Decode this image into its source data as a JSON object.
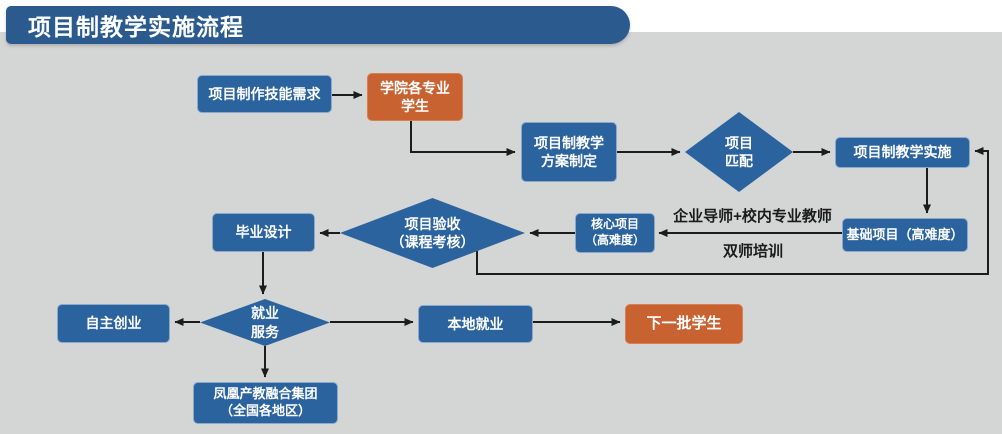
{
  "title": "项目制教学实施流程",
  "colors": {
    "background_gray": "#d4d5d5",
    "banner_blue": "#2b5a8e",
    "node_blue": "#2b639e",
    "node_orange": "#c96231",
    "arrow": "#1c1c1c",
    "node_text": "#ffffff",
    "edge_label_text": "#1b1b1b"
  },
  "nodes": {
    "skill_demand": {
      "label": "项目制作技能需求",
      "shape": "rect",
      "color": "blue"
    },
    "students": {
      "label": "学院各专业\n学生",
      "shape": "rect",
      "color": "orange"
    },
    "plan": {
      "label": "项目制教学\n方案制定",
      "shape": "rect",
      "color": "blue"
    },
    "match": {
      "label": "项目\n匹配",
      "shape": "diamond",
      "color": "blue"
    },
    "implement": {
      "label": "项目制教学实施",
      "shape": "rect",
      "color": "blue"
    },
    "basic": {
      "label": "基础项目（高难度）",
      "shape": "rect",
      "color": "blue"
    },
    "core": {
      "label": "核心项目\n（高难度）",
      "shape": "rect",
      "color": "blue"
    },
    "acceptance": {
      "label": "项目验收\n（课程考核）",
      "shape": "diamond",
      "color": "blue"
    },
    "graduation": {
      "label": "毕业设计",
      "shape": "rect",
      "color": "blue"
    },
    "employment": {
      "label": "就业\n服务",
      "shape": "diamond",
      "color": "blue"
    },
    "startup": {
      "label": "自主创业",
      "shape": "rect",
      "color": "blue"
    },
    "local_job": {
      "label": "本地就业",
      "shape": "rect",
      "color": "blue"
    },
    "next_batch": {
      "label": "下一批学生",
      "shape": "rect",
      "color": "orange"
    },
    "phoenix": {
      "label": "凤凰产教融合集团\n（全国各地区）",
      "shape": "rect",
      "color": "blue"
    }
  },
  "edge_labels": {
    "mentor": "企业导师+校内专业教师",
    "training": "双师培训"
  },
  "edges": [
    {
      "from": "skill_demand",
      "to": "students"
    },
    {
      "from": "students",
      "to": "plan"
    },
    {
      "from": "plan",
      "to": "match"
    },
    {
      "from": "match",
      "to": "implement"
    },
    {
      "from": "implement",
      "to": "basic"
    },
    {
      "from": "basic",
      "to": "core",
      "labels": [
        "企业导师+校内专业教师",
        "双师培训"
      ]
    },
    {
      "from": "core",
      "to": "acceptance"
    },
    {
      "from": "acceptance",
      "to": "graduation"
    },
    {
      "from": "acceptance",
      "to": "implement",
      "note": "feedback-loop"
    },
    {
      "from": "graduation",
      "to": "employment"
    },
    {
      "from": "employment",
      "to": "startup"
    },
    {
      "from": "employment",
      "to": "phoenix"
    },
    {
      "from": "employment",
      "to": "local_job"
    },
    {
      "from": "local_job",
      "to": "next_batch"
    }
  ]
}
